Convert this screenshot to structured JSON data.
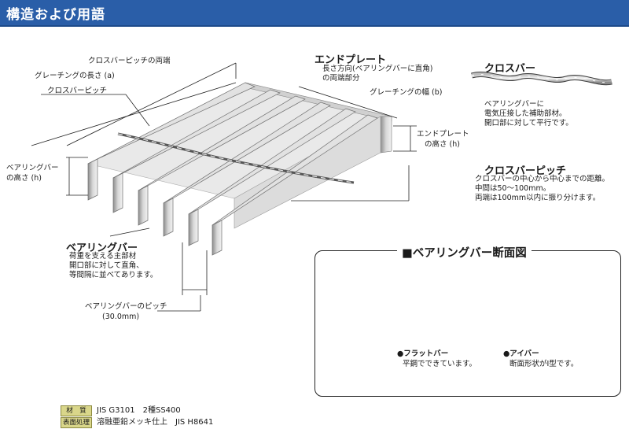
{
  "header": {
    "title": "構造および用語"
  },
  "labels": {
    "cross_bar_pitch_ends": "クロスバーピッチの両端",
    "grating_length": "グレーチングの長さ (a)",
    "cross_bar_pitch": "クロスバーピッチ",
    "end_plate_title": "エンドプレート",
    "end_plate_desc_1": "長さ方向(ベアリングバーに直角)",
    "end_plate_desc_2": "の両端部分",
    "grating_width": "グレーチングの幅 (b)",
    "end_plate_height_1": "エンドプレート",
    "end_plate_height_2": "の高さ (h)",
    "bearing_bar_height_1": "ベアリングバー",
    "bearing_bar_height_2": "の高さ (h)",
    "bearing_bar_pitch_1": "ベアリングバーのピッチ",
    "bearing_bar_pitch_2": "(30.0mm)"
  },
  "cross_bar": {
    "title": "クロスバー",
    "desc": [
      "ベアリングバーに",
      "電気圧接した補助部材。",
      "開口部に対して平行です。"
    ]
  },
  "cross_bar_pitch_note": {
    "title": "クロスバーピッチ",
    "desc": [
      "クロスバーの中心から中心までの距離。",
      "中間は50～100mm。",
      "両端は100mm以内に振り分けます。"
    ]
  },
  "bearing_bar": {
    "title": "ベアリングバー",
    "desc": [
      "荷重を支える主部材",
      "開口部に対して直角、",
      "等間隔に並べてあります。"
    ]
  },
  "section_panel": {
    "title": "■ベアリングバー断面図",
    "flat_bar": {
      "title": "●フラットバー",
      "desc": "平鋼でできています。"
    },
    "i_bar": {
      "title": "●アイバー",
      "desc": "断面形状がI型です。"
    }
  },
  "specs": [
    {
      "tag": "材　質",
      "value": "JIS G3101　2種SS400"
    },
    {
      "tag": "表面処理",
      "value": "溶融亜鉛メッキ仕上　JIS H8641"
    }
  ],
  "colors": {
    "header_bg": "#2a5ea8",
    "spec_tag_bg": "#d9d68a",
    "steel_light": "#ececec",
    "steel_dark": "#9a9a9a"
  }
}
